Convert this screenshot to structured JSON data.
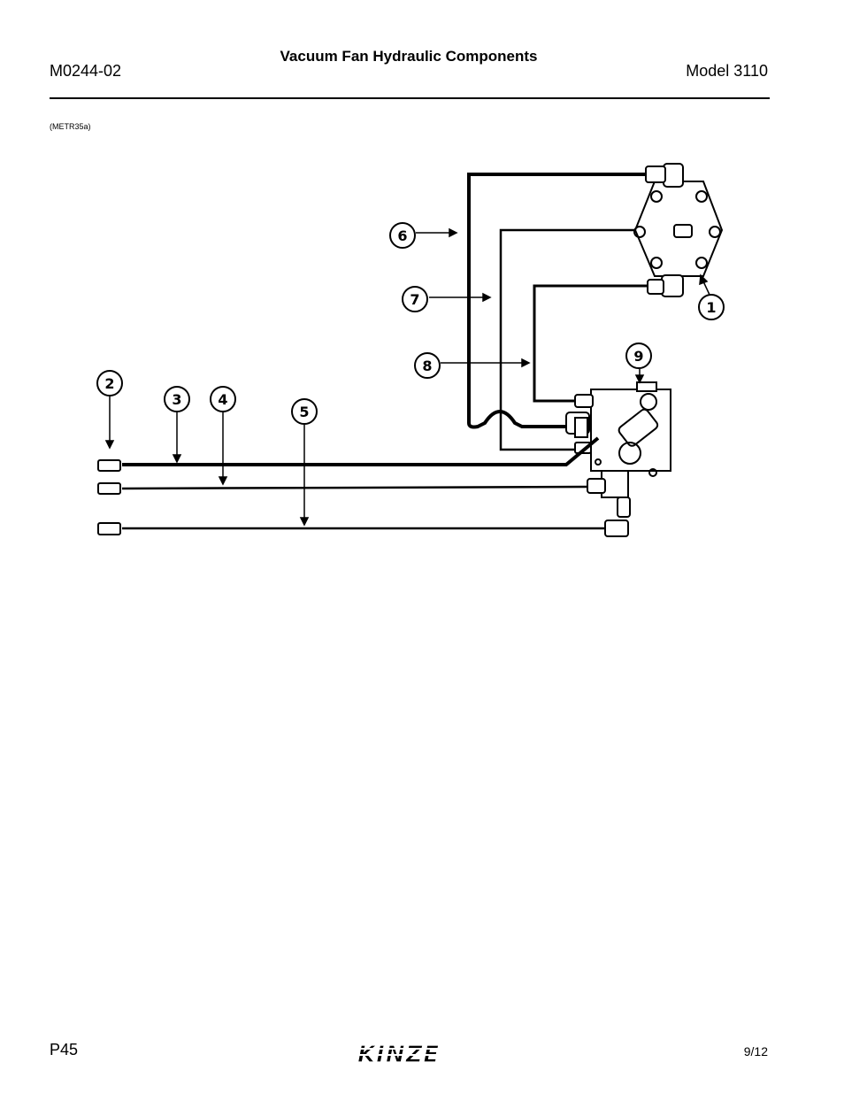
{
  "header": {
    "doc_number": "M0244-02",
    "title": "Vacuum Fan Hydraulic Components",
    "model": "Model 3110"
  },
  "figure": {
    "ref": "(METR35a)",
    "callouts": [
      "1",
      "2",
      "3",
      "4",
      "5",
      "6",
      "7",
      "8",
      "9"
    ]
  },
  "footer": {
    "page": "P45",
    "brand": "KINZE",
    "date": "9/12"
  }
}
